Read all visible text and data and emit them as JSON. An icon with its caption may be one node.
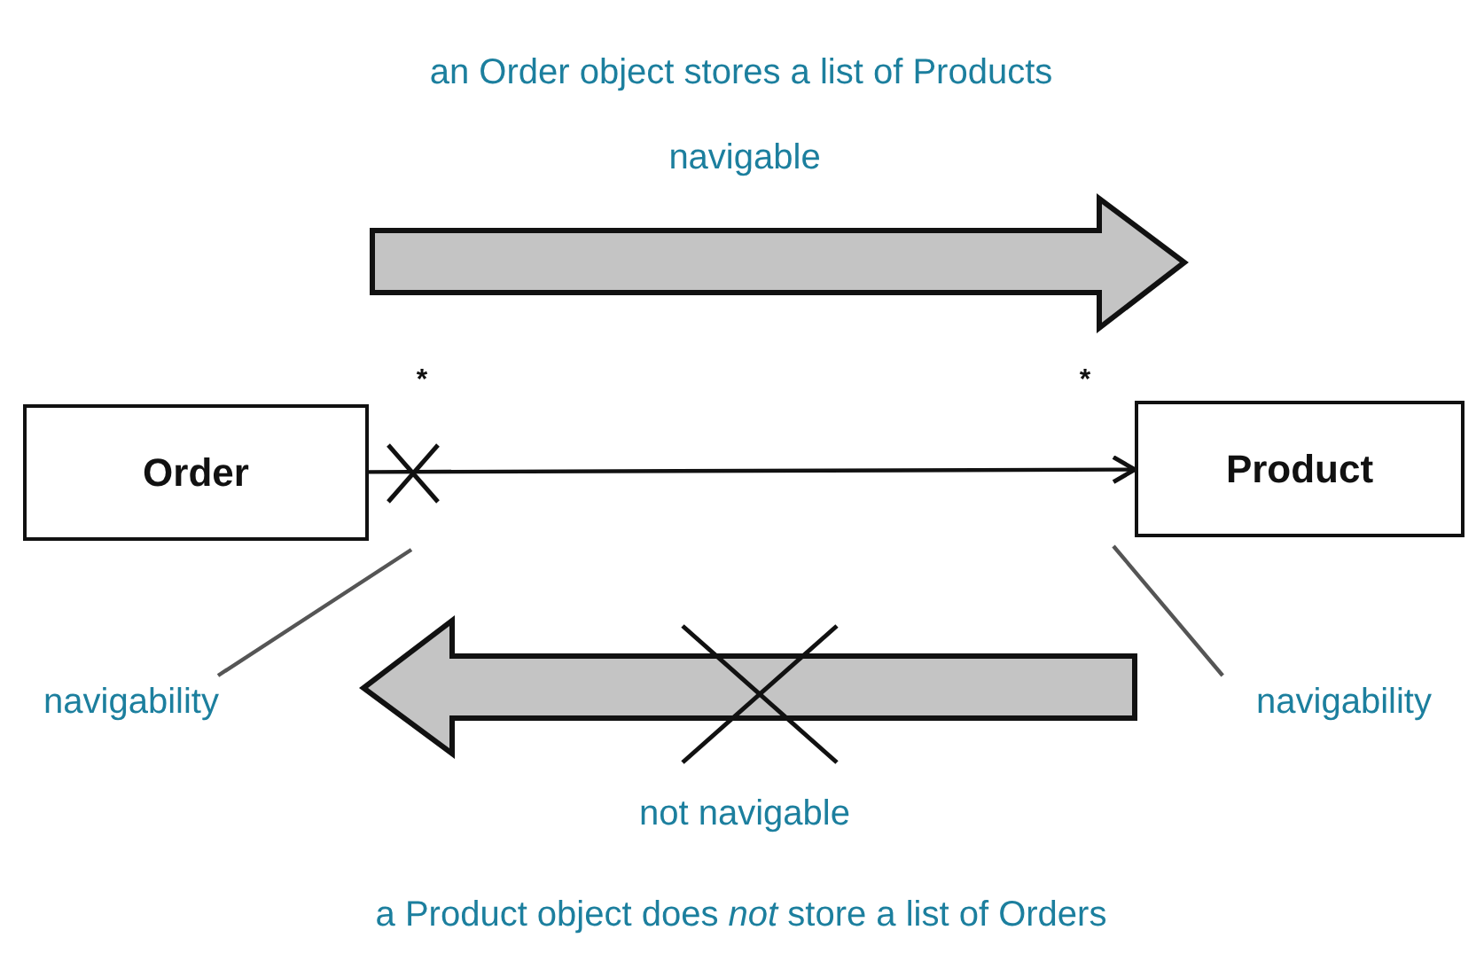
{
  "diagram": {
    "nodes": [
      {
        "text": [
          "Order"
        ]
      },
      {
        "text": [
          "Product"
        ]
      },
      {
        "text": [
          "navigability"
        ]
      },
      {
        "text": [
          "navigability"
        ]
      }
    ],
    "edges": [
      {
        "from": 0,
        "to": 1,
        "arrow": "to"
      },
      {
        "from": 2,
        "to": null,
        "arrow": "none",
        "color": "#555555"
      },
      {
        "from": 3,
        "to": null,
        "arrow": "none",
        "color": "#555555"
      }
    ],
    "labels": [
      "an Order object stores a list of Products",
      "navigable",
      "*",
      "*",
      "not navigable",
      "a Product object does *not* store a list of Orders"
    ]
  }
}
